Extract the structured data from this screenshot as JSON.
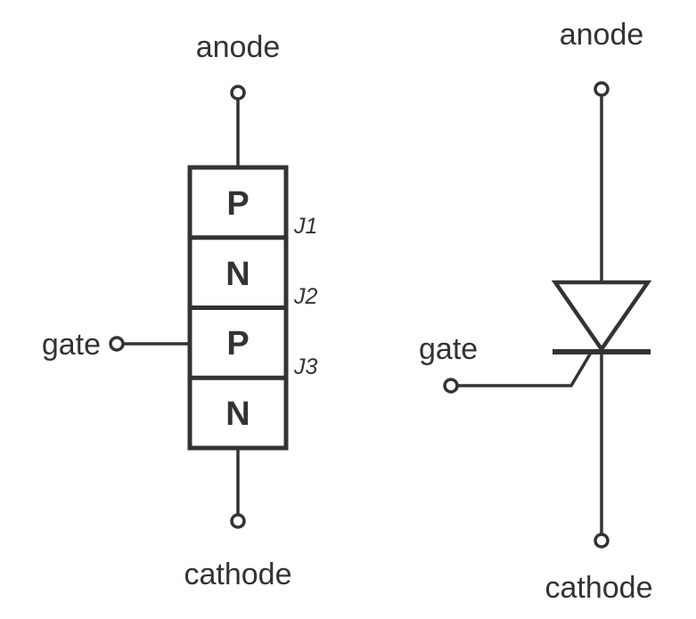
{
  "structure_diagram": {
    "anode_label": "anode",
    "cathode_label": "cathode",
    "gate_label": "gate",
    "layers": [
      "P",
      "N",
      "P",
      "N"
    ],
    "junction_labels": [
      "J1",
      "J2",
      "J3"
    ]
  },
  "symbol_diagram": {
    "anode_label": "anode",
    "cathode_label": "cathode",
    "gate_label": "gate"
  },
  "colors": {
    "line": "#333333",
    "text": "#333333",
    "background": "#ffffff"
  }
}
